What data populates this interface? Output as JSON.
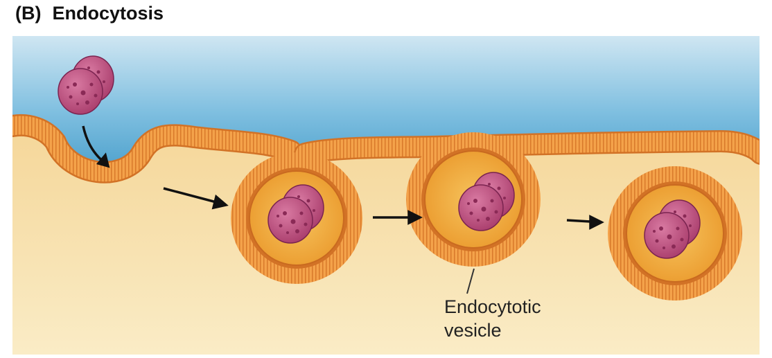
{
  "figure": {
    "panel_letter": "(B)",
    "title": "Endocytosis"
  },
  "callout": {
    "line1": "Endocytotic",
    "line2": "vesicle"
  },
  "colors": {
    "extracellular": "#4ea5cf",
    "cytoplasm": "#f7dca0",
    "membrane": "#f39a3c",
    "membrane_edge": "#d9782a",
    "vesicle_lumen": "#f0b24a",
    "particle": "#c45b85",
    "arrow": "#111111"
  },
  "stages": [
    "invagination",
    "pinching-off",
    "vesicle-budding",
    "free-vesicle"
  ]
}
